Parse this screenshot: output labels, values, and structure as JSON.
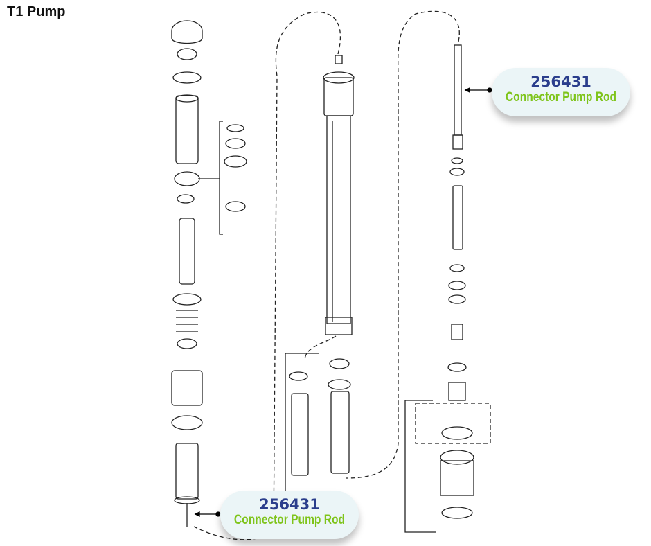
{
  "title": "T1 Pump",
  "callouts": [
    {
      "part_number": "256431",
      "label": "Connector Pump Rod"
    },
    {
      "part_number": "256431",
      "label": "Connector Pump Rod"
    }
  ],
  "colors": {
    "part_number": "#2b3e8c",
    "label": "#7ec41a",
    "bubble": "#ebf5f7"
  }
}
